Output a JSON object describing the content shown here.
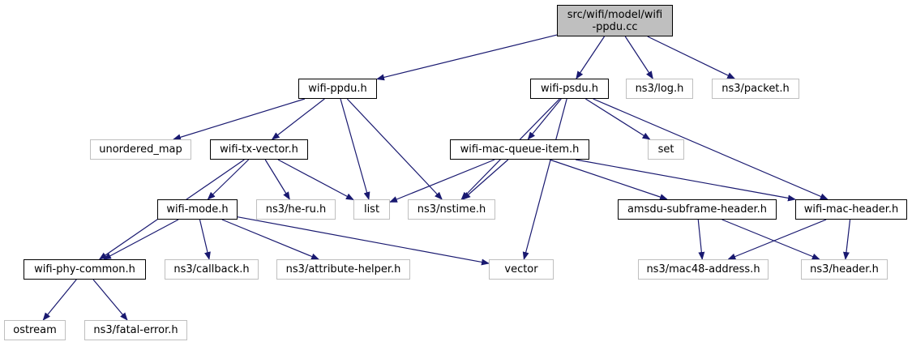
{
  "root": {
    "line1": "src/wifi/model/wifi",
    "line2": "-ppdu.cc"
  },
  "headers": {
    "wifi_ppdu": "wifi-ppdu.h",
    "wifi_psdu": "wifi-psdu.h",
    "ns3_log": "ns3/log.h",
    "ns3_packet": "ns3/packet.h",
    "unordered_map": "unordered_map",
    "wifi_tx_vector": "wifi-tx-vector.h",
    "wifi_mac_queue_item": "wifi-mac-queue-item.h",
    "set": "set",
    "wifi_mode": "wifi-mode.h",
    "ns3_he_ru": "ns3/he-ru.h",
    "list": "list",
    "ns3_nstime": "ns3/nstime.h",
    "amsdu_subframe_header": "amsdu-subframe-header.h",
    "wifi_mac_header": "wifi-mac-header.h",
    "wifi_phy_common": "wifi-phy-common.h",
    "ns3_callback": "ns3/callback.h",
    "ns3_attribute_helper": "ns3/attribute-helper.h",
    "vector": "vector",
    "ns3_mac48_address": "ns3/mac48-address.h",
    "ns3_header": "ns3/header.h",
    "ostream": "ostream",
    "ns3_fatal_error": "ns3/fatal-error.h"
  },
  "edges": [
    [
      "root",
      "wifi_ppdu"
    ],
    [
      "root",
      "wifi_psdu"
    ],
    [
      "root",
      "ns3_log"
    ],
    [
      "root",
      "ns3_packet"
    ],
    [
      "wifi_ppdu",
      "unordered_map"
    ],
    [
      "wifi_ppdu",
      "wifi_tx_vector"
    ],
    [
      "wifi_ppdu",
      "list"
    ],
    [
      "wifi_ppdu",
      "ns3_nstime"
    ],
    [
      "wifi_psdu",
      "ns3_nstime"
    ],
    [
      "wifi_psdu",
      "wifi_mac_queue_item"
    ],
    [
      "wifi_psdu",
      "set"
    ],
    [
      "wifi_psdu",
      "wifi_mac_header"
    ],
    [
      "wifi_psdu",
      "vector"
    ],
    [
      "wifi_tx_vector",
      "wifi_mode"
    ],
    [
      "wifi_tx_vector",
      "ns3_he_ru"
    ],
    [
      "wifi_tx_vector",
      "list"
    ],
    [
      "wifi_tx_vector",
      "wifi_phy_common"
    ],
    [
      "wifi_mac_queue_item",
      "list"
    ],
    [
      "wifi_mac_queue_item",
      "ns3_nstime"
    ],
    [
      "wifi_mac_queue_item",
      "amsdu_subframe_header"
    ],
    [
      "wifi_mac_queue_item",
      "wifi_mac_header"
    ],
    [
      "wifi_mode",
      "wifi_phy_common"
    ],
    [
      "wifi_mode",
      "ns3_callback"
    ],
    [
      "wifi_mode",
      "ns3_attribute_helper"
    ],
    [
      "wifi_mode",
      "vector"
    ],
    [
      "amsdu_subframe_header",
      "ns3_mac48_address"
    ],
    [
      "amsdu_subframe_header",
      "ns3_header"
    ],
    [
      "wifi_mac_header",
      "ns3_mac48_address"
    ],
    [
      "wifi_mac_header",
      "ns3_header"
    ],
    [
      "wifi_phy_common",
      "ostream"
    ],
    [
      "wifi_phy_common",
      "ns3_fatal_error"
    ]
  ],
  "colors": {
    "edge": "#191970",
    "local_border": "#000000",
    "system_border": "#bfbfbf",
    "root_fill": "#bfbfbf"
  }
}
